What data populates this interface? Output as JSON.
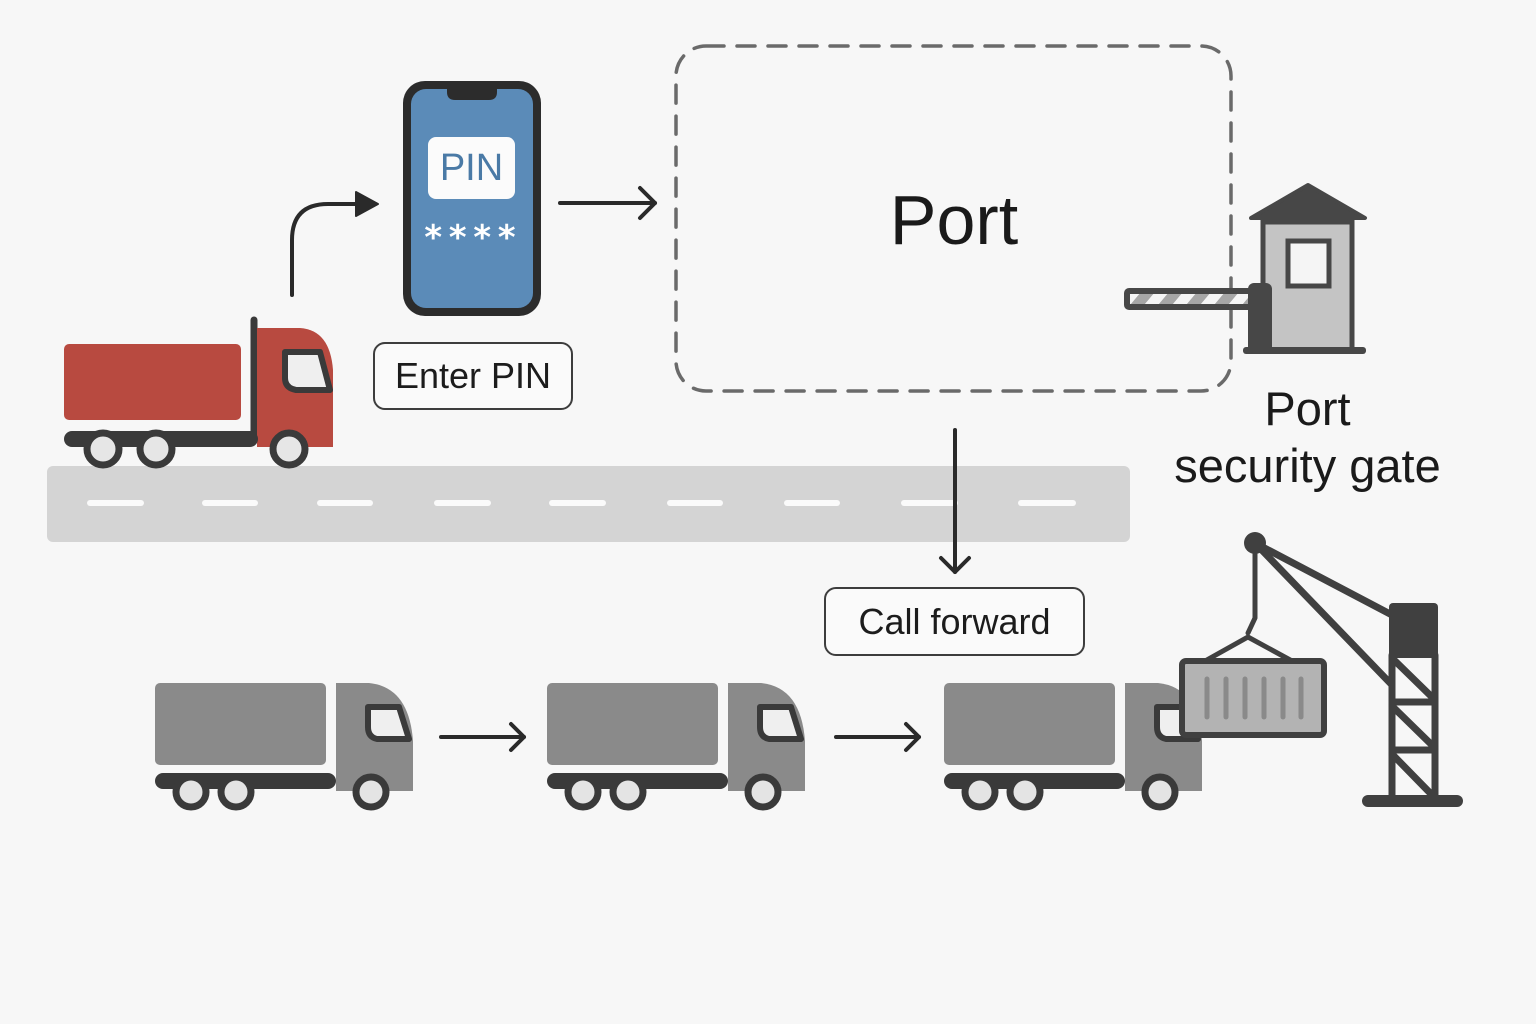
{
  "diagram": {
    "region_title": "Port",
    "gate_label_line1": "Port",
    "gate_label_line2": "security gate",
    "steps": {
      "enter_pin": "Enter PIN",
      "call_forward": "Call forward"
    },
    "phone": {
      "pin_label": "PIN",
      "pin_mask": "****"
    },
    "queue_truck_count": 3,
    "colors": {
      "background": "#f7f7f7",
      "active_truck": "#b84a40",
      "queue_truck": "#8a8a8a",
      "phone_screen": "#5b8bb8",
      "outline": "#3d3d3d",
      "road": "#d4d4d4",
      "dashed_border": "#6a6a6a"
    },
    "icons": [
      "active-truck-icon",
      "smartphone-icon",
      "security-booth-icon",
      "boom-barrier-icon",
      "crane-icon",
      "shipping-container-icon",
      "queued-truck-icon"
    ]
  }
}
